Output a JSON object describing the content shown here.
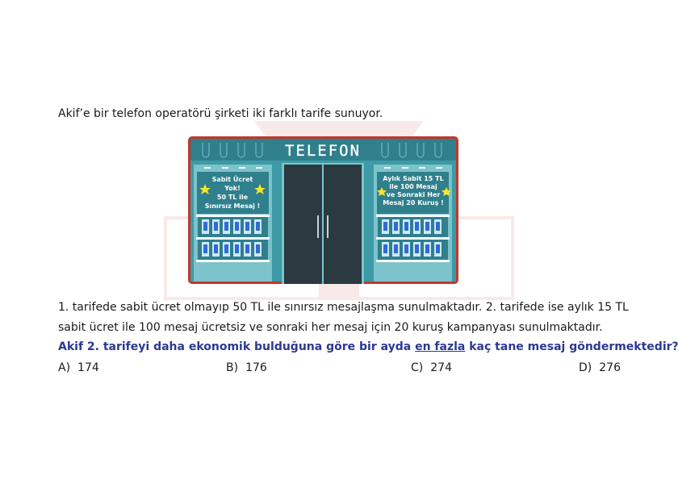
{
  "intro": "Akif’e bir telefon operatörü şirketi iki farklı tarife sunuyor.",
  "store": {
    "sign": "TELEFON",
    "left_panel": [
      "Sabit Ücret",
      "Yok!",
      "50 TL ile",
      "Sınırsız Mesaj !"
    ],
    "right_panel": [
      "Aylık Sabit 15 TL",
      "ile 100 Mesaj",
      "ve Sonraki Her",
      "Mesaj 20 Kuruş !"
    ],
    "colors": {
      "frame": "#c0392b",
      "wall": "#2f7f8c",
      "door": "#2b3a40"
    }
  },
  "paragraph": {
    "line1": "1. tarifede sabit ücret olmayıp 50 TL ile sınırsız mesajlaşma sunulmaktadır. 2. tarifede ise aylık 15 TL",
    "line2": "sabit ücret ile 100 mesaj ücretsiz ve sonraki her mesaj için 20 kuruş kampanyası sunulmaktadır."
  },
  "question": {
    "before": "Akif 2. tarifeyi daha ekonomik bulduğuna göre bir ayda ",
    "underlined": "en fazla",
    "after": " kaç tane mesaj göndermektedir?",
    "color": "#2b3990"
  },
  "options": [
    {
      "letter": "A)",
      "value": "174"
    },
    {
      "letter": "B)",
      "value": "176"
    },
    {
      "letter": "C)",
      "value": "274"
    },
    {
      "letter": "D)",
      "value": "276"
    }
  ]
}
